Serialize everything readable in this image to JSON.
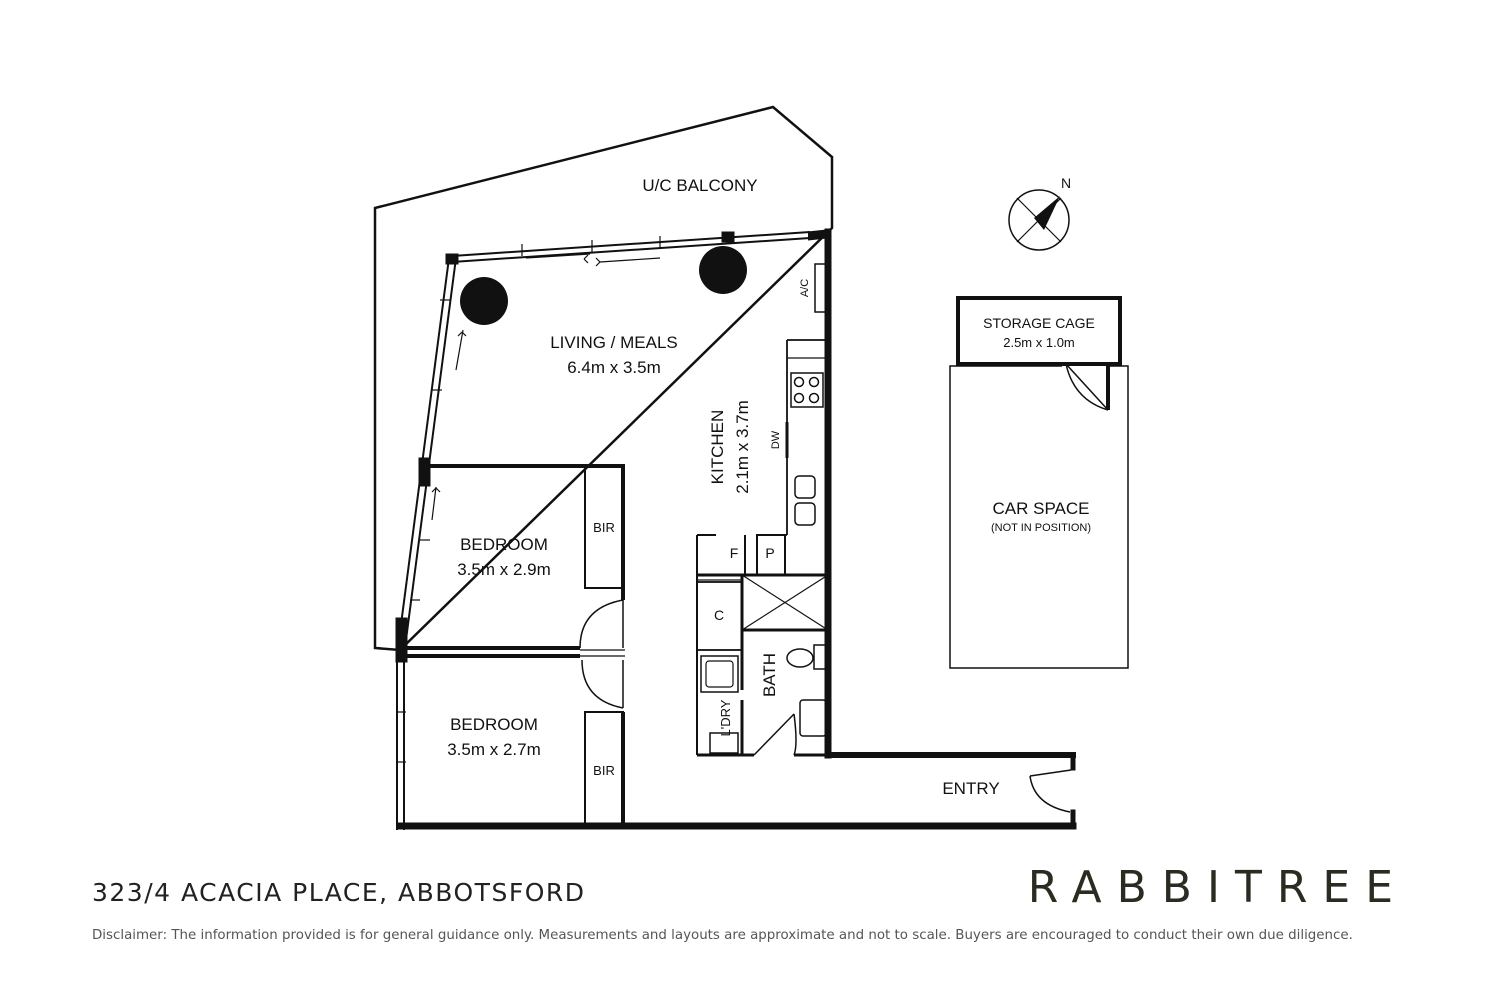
{
  "rooms": {
    "balcony": "U/C BALCONY",
    "living_name": "LIVING / MEALS",
    "living_dim": "6.4m x 3.5m",
    "kitchen_name": "KITCHEN",
    "kitchen_dim": "2.1m x 3.7m",
    "bed1_name": "BEDROOM",
    "bed1_dim": "3.5m x 2.9m",
    "bed2_name": "BEDROOM",
    "bed2_dim": "3.5m x 2.7m",
    "bath": "BATH",
    "laundry": "L'DRY",
    "entry": "ENTRY",
    "storage_name": "STORAGE CAGE",
    "storage_dim": "2.5m x 1.0m",
    "car_name": "CAR SPACE",
    "car_note": "(NOT IN POSITION)"
  },
  "fixtures": {
    "ac": "A/C",
    "dw": "DW",
    "bir1": "BIR",
    "bir2": "BIR",
    "fridge": "F",
    "pantry": "P",
    "cupboard": "C"
  },
  "compass": {
    "label": "N"
  },
  "footer": {
    "address": "323/4 ACACIA PLACE, ABBOTSFORD",
    "brand": "RABBITREE",
    "disclaimer": "Disclaimer: The information provided is for general guidance only. Measurements and layouts are approximate and not to scale. Buyers are encouraged to conduct their own due diligence."
  },
  "colors": {
    "wall": "#111111",
    "brand": "#2b2b22",
    "text": "#222222"
  }
}
